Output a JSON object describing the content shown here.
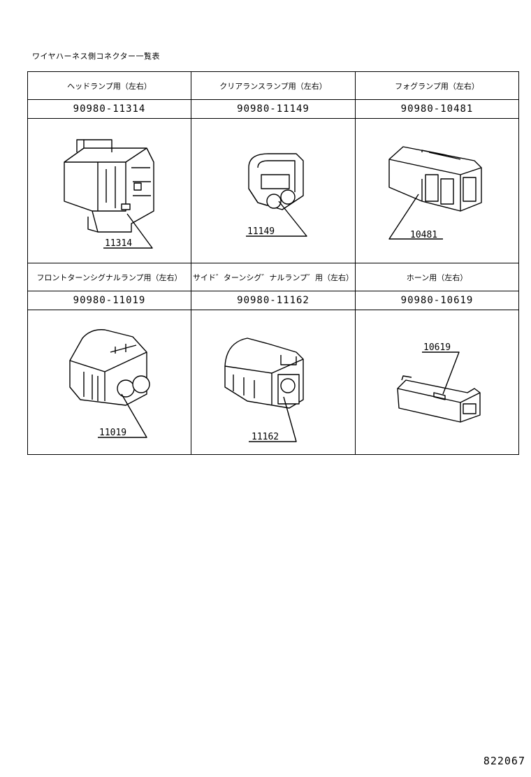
{
  "title": "ワイヤハーネス側コネクター一覧表",
  "rows": [
    {
      "cells": [
        {
          "name": "ヘッドランプ用（左右）",
          "part": "90980-11314",
          "label": "11314"
        },
        {
          "name": "クリアランスランプ用（左右）",
          "part": "90980-11149",
          "label": "11149"
        },
        {
          "name": "フォグランプ用（左右）",
          "part": "90980-10481",
          "label": "10481"
        }
      ]
    },
    {
      "cells": [
        {
          "name": "フロントターンシグナルランプ用（左右）",
          "part": "90980-11019",
          "label": "11019"
        },
        {
          "name": "サイド゛ターンシグ゛ナルランプ゛用（左右）",
          "part": "90980-11162",
          "label": "11162"
        },
        {
          "name": "ホーン用（左右）",
          "part": "90980-10619",
          "label": "10619"
        }
      ]
    }
  ],
  "figure_code": "822067"
}
